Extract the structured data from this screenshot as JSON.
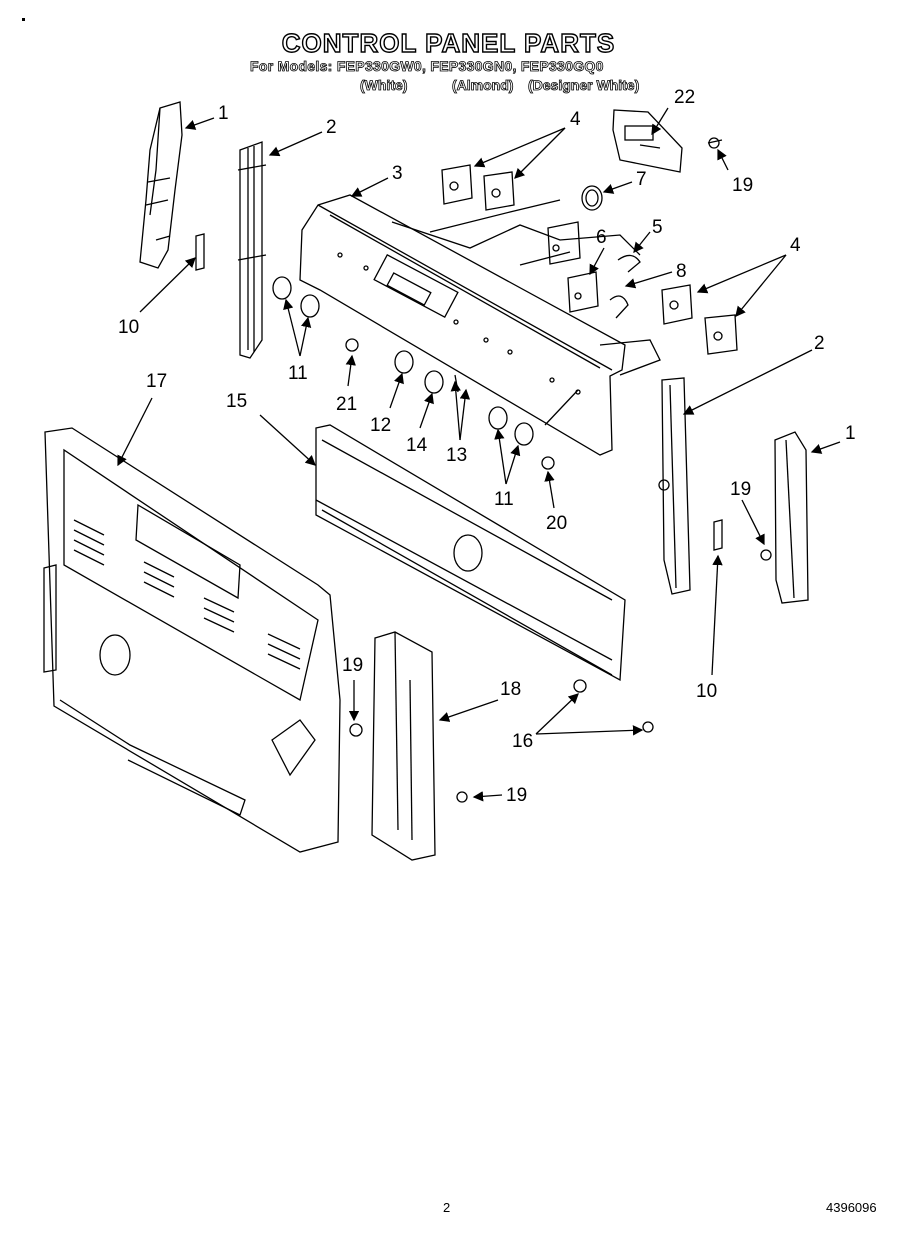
{
  "title": "CONTROL PANEL PARTS",
  "models_line": "For Models: FEP330GW0, FEP330GN0, FEP330GQ0",
  "colors": {
    "white": "(White)",
    "almond": "(Almond)",
    "designer_white": "(Designer White)"
  },
  "callouts": {
    "c1a": "1",
    "c1b": "1",
    "c2a": "2",
    "c2b": "2",
    "c3": "3",
    "c4a": "4",
    "c4b": "4",
    "c5": "5",
    "c6": "6",
    "c7": "7",
    "c8": "8",
    "c10a": "10",
    "c10b": "10",
    "c11a": "11",
    "c11b": "11",
    "c12": "12",
    "c13": "13",
    "c14": "14",
    "c15": "15",
    "c16": "16",
    "c17": "17",
    "c18": "18",
    "c19a": "19",
    "c19b": "19",
    "c19c": "19",
    "c19d": "19",
    "c20": "20",
    "c21": "21",
    "c22": "22"
  },
  "footer": {
    "page": "2",
    "doc_number": "4396096"
  }
}
